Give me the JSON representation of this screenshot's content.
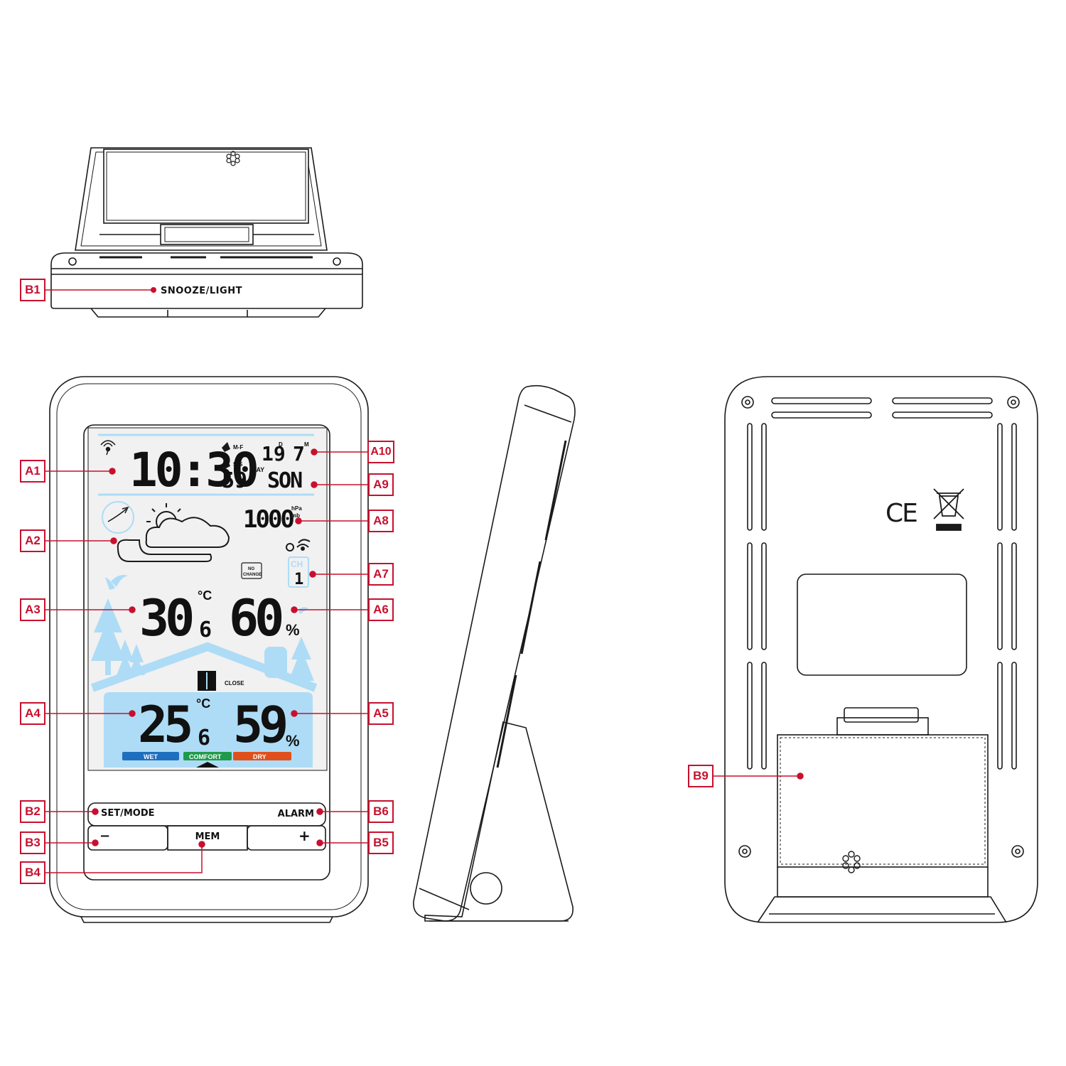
{
  "colors": {
    "callout": "#c8102e",
    "lcd_blue": "#aedcf6",
    "lcd_light": "#d4ecfa",
    "line": "#1a1a1a",
    "wet": "#1e6fbf",
    "comfort": "#1f9a4b",
    "dry": "#e0501c"
  },
  "callouts": {
    "A1": "A1",
    "A2": "A2",
    "A3": "A3",
    "A4": "A4",
    "A5": "A5",
    "A6": "A6",
    "A7": "A7",
    "A8": "A8",
    "A9": "A9",
    "A10": "A10",
    "B1": "B1",
    "B2": "B2",
    "B3": "B3",
    "B4": "B4",
    "B5": "B5",
    "B6": "B6",
    "B9": "B9"
  },
  "top_view": {
    "button_label": "SNOOZE/LIGHT"
  },
  "display": {
    "time_hm": "10:30",
    "seconds": "59",
    "alarm1_label": "M-F",
    "alarm2_label": "S-S",
    "date_day": "19",
    "date_day_suffix": "D",
    "date_month": "7",
    "date_month_suffix": "M",
    "day_label": "DAY",
    "weekday": "SON",
    "pressure": "1000",
    "pressure_unit_top": "hPa",
    "pressure_unit_bottom": "mb",
    "no_change_line1": "NO",
    "no_change_line2": "CHANGE",
    "channel_label": "CH",
    "channel_value": "1",
    "outdoor_temp_int": "30",
    "outdoor_temp_dec": "6",
    "outdoor_temp_unit": "°C",
    "outdoor_hum": "60",
    "hum_unit": "%",
    "close_label": "CLOSE",
    "indoor_temp_int": "25",
    "indoor_temp_dec": "6",
    "indoor_temp_unit": "°C",
    "indoor_hum": "59",
    "comfort_wet": "WET",
    "comfort_comfort": "COMFORT",
    "comfort_dry": "DRY"
  },
  "front_buttons": {
    "set_mode": "SET/MODE",
    "alarm": "ALARM",
    "minus": "−",
    "mem": "MEM",
    "plus": "+"
  },
  "back_view": {
    "ce_mark": "CE"
  },
  "icons": [
    "radio-signal-icon",
    "alarm-bell-icon",
    "weather-cloud-sun-icon",
    "trend-arrow-icon",
    "wireless-signal-icon",
    "window-icon",
    "speaker-grille-icon",
    "weee-bin-icon"
  ]
}
